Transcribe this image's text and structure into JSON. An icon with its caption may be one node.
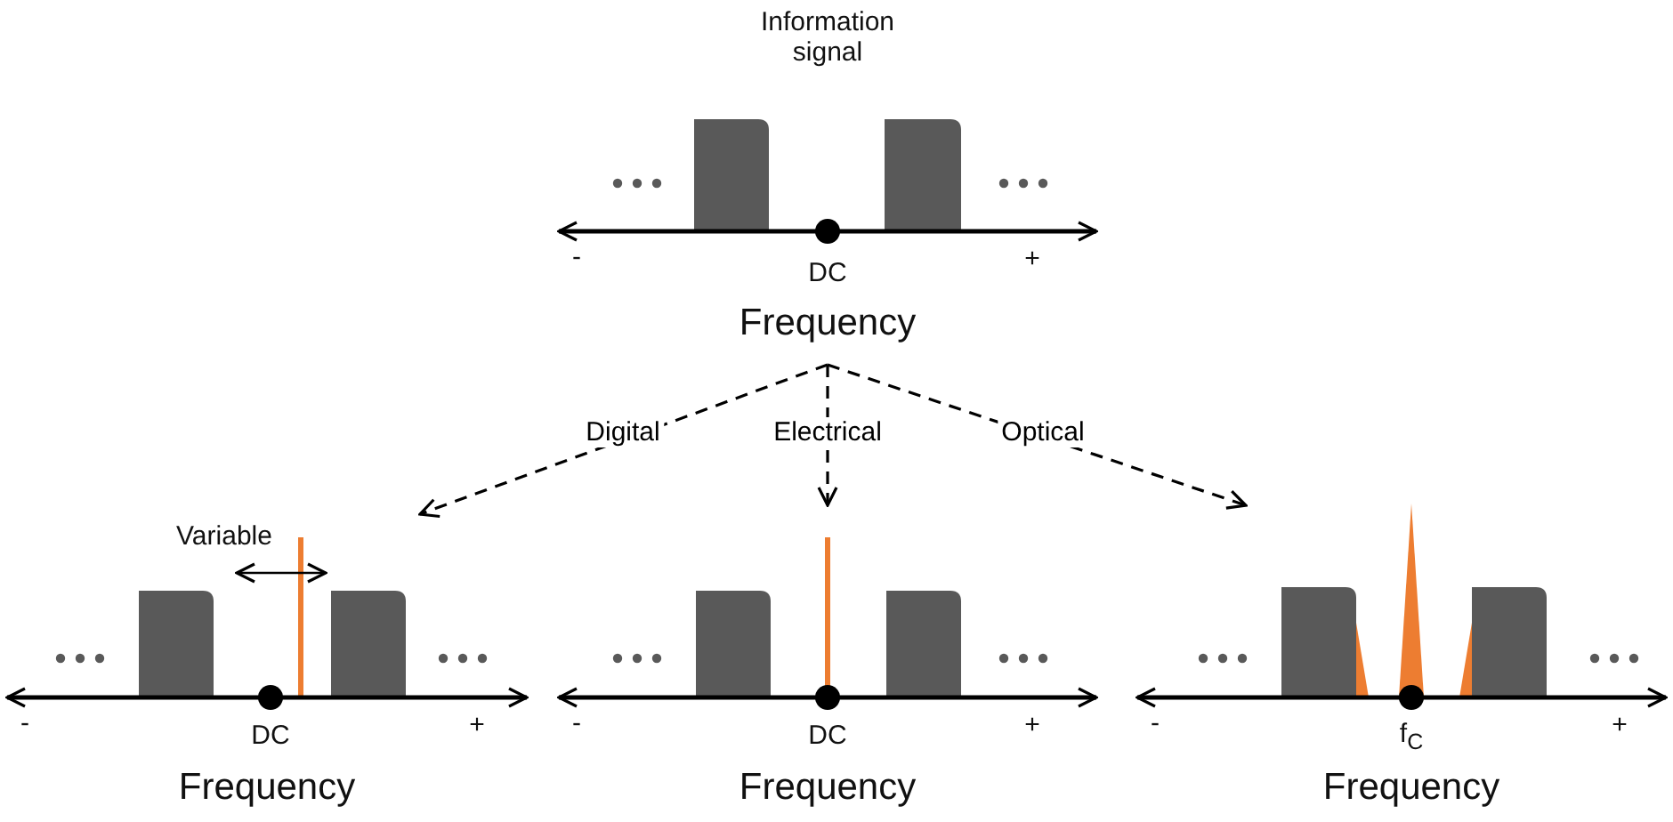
{
  "diagram": {
    "nodes": [
      {
        "text": [
          "Information signal",
          "-",
          "DC",
          "+",
          "Frequency"
        ]
      },
      {
        "text": [
          "Variable",
          "-",
          "DC",
          "+",
          "Frequency"
        ]
      },
      {
        "text": [
          "-",
          "DC",
          "+",
          "Frequency"
        ]
      },
      {
        "text": [
          "-",
          "f$_{C}$",
          "+",
          "Frequency"
        ]
      }
    ],
    "edges": [
      {
        "from": 0,
        "to": 1,
        "arrow": "to",
        "label": "Digital",
        "style": "dashed"
      },
      {
        "from": 0,
        "to": 2,
        "arrow": "to",
        "label": "Electrical",
        "style": "dashed"
      },
      {
        "from": 0,
        "to": 3,
        "arrow": "to",
        "label": "Optical",
        "style": "dashed"
      }
    ]
  }
}
